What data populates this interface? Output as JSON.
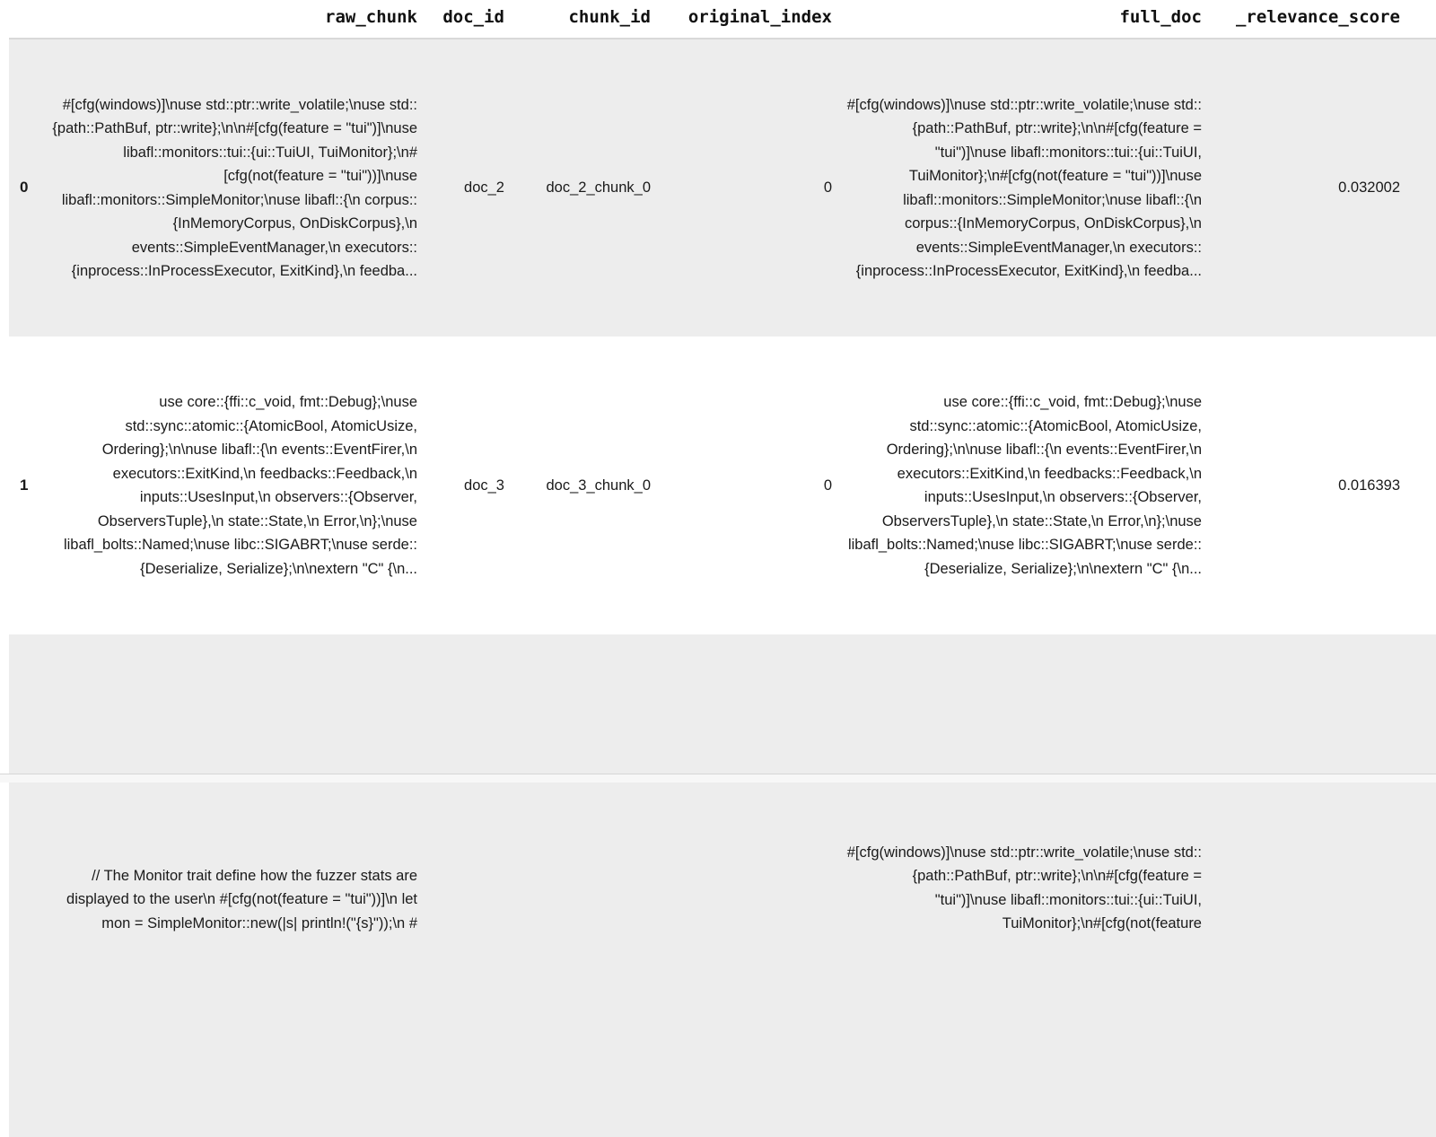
{
  "colors": {
    "row_stripe": "#ededed",
    "header_border": "#d9d9d9",
    "text": "#1a1a1a",
    "scrollbar_track": "#f7f7f7"
  },
  "table": {
    "columns": {
      "index": "",
      "raw_chunk": "raw_chunk",
      "doc_id": "doc_id",
      "chunk_id": "chunk_id",
      "original_index": "original_index",
      "full_doc": "full_doc",
      "relevance_score": "_relevance_score"
    },
    "rows": [
      {
        "index": "0",
        "raw_chunk": "#[cfg(windows)]\\nuse std::ptr::write_volatile;\\nuse std::{path::PathBuf, ptr::write};\\n\\n#[cfg(feature = \"tui\")]\\nuse libafl::monitors::tui::{ui::TuiUI, TuiMonitor};\\n#[cfg(not(feature = \"tui\"))]\\nuse libafl::monitors::SimpleMonitor;\\nuse libafl::{\\n corpus::{InMemoryCorpus, OnDiskCorpus},\\n events::SimpleEventManager,\\n executors::{inprocess::InProcessExecutor, ExitKind},\\n feedba...",
        "doc_id": "doc_2",
        "chunk_id": "doc_2_chunk_0",
        "original_index": "0",
        "full_doc": "#[cfg(windows)]\\nuse std::ptr::write_volatile;\\nuse std::{path::PathBuf, ptr::write};\\n\\n#[cfg(feature = \"tui\")]\\nuse libafl::monitors::tui::{ui::TuiUI, TuiMonitor};\\n#[cfg(not(feature = \"tui\"))]\\nuse libafl::monitors::SimpleMonitor;\\nuse libafl::{\\n corpus::{InMemoryCorpus, OnDiskCorpus},\\n events::SimpleEventManager,\\n executors::{inprocess::InProcessExecutor, ExitKind},\\n feedba...",
        "relevance_score": "0.032002"
      },
      {
        "index": "1",
        "raw_chunk": "use core::{ffi::c_void, fmt::Debug};\\nuse std::sync::atomic::{AtomicBool, AtomicUsize, Ordering};\\n\\nuse libafl::{\\n events::EventFirer,\\n executors::ExitKind,\\n feedbacks::Feedback,\\n inputs::UsesInput,\\n observers::{Observer, ObserversTuple},\\n state::State,\\n Error,\\n};\\nuse libafl_bolts::Named;\\nuse libc::SIGABRT;\\nuse serde::{Deserialize, Serialize};\\n\\nextern \"C\" {\\n...",
        "doc_id": "doc_3",
        "chunk_id": "doc_3_chunk_0",
        "original_index": "0",
        "full_doc": "use core::{ffi::c_void, fmt::Debug};\\nuse std::sync::atomic::{AtomicBool, AtomicUsize, Ordering};\\n\\nuse libafl::{\\n events::EventFirer,\\n executors::ExitKind,\\n feedbacks::Feedback,\\n inputs::UsesInput,\\n observers::{Observer, ObserversTuple},\\n state::State,\\n Error,\\n};\\nuse libafl_bolts::Named;\\nuse libc::SIGABRT;\\nuse serde::{Deserialize, Serialize};\\n\\nextern \"C\" {\\n...",
        "relevance_score": "0.016393"
      },
      {
        "index": "",
        "raw_chunk": "// The Monitor trait define how the fuzzer stats are displayed to the user\\n #[cfg(not(feature = \"tui\"))]\\n let mon = SimpleMonitor::new(|s| println!(\"{s}\"));\\n #",
        "doc_id": "",
        "chunk_id": "",
        "original_index": "",
        "full_doc": "#[cfg(windows)]\\nuse std::ptr::write_volatile;\\nuse std::{path::PathBuf, ptr::write};\\n\\n#[cfg(feature = \"tui\")]\\nuse libafl::monitors::tui::{ui::TuiUI, TuiMonitor};\\n#[cfg(not(feature",
        "relevance_score": ""
      }
    ]
  }
}
